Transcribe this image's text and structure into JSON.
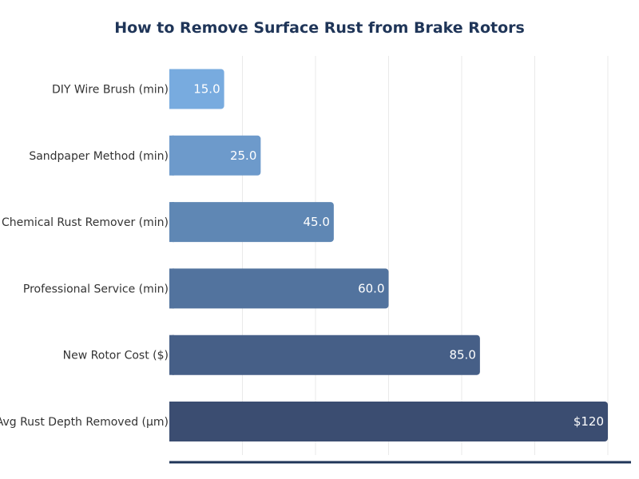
{
  "chart_data": {
    "type": "bar",
    "orientation": "horizontal",
    "title": "How to Remove Surface Rust from Brake Rotors",
    "xlabel": "",
    "ylabel": "",
    "categories": [
      "DIY Wire Brush (min)",
      "Sandpaper Method (min)",
      "Chemical Rust Remover (min)",
      "Professional Service (min)",
      "New Rotor Cost ($)",
      "Avg Rust Depth Removed (µm)"
    ],
    "values": [
      15,
      25,
      45,
      60,
      85,
      120
    ],
    "value_labels": [
      "15.0",
      "25.0",
      "45.0",
      "60.0",
      "85.0",
      "$120"
    ],
    "xlim": [
      0,
      126
    ],
    "grid": true,
    "colors": [
      "#78abdf",
      "#6d9acb",
      "#5f87b4",
      "#52739e",
      "#465f87",
      "#3b4d71"
    ],
    "title_color": "#1f3558",
    "axis_color": "#1f3558"
  }
}
